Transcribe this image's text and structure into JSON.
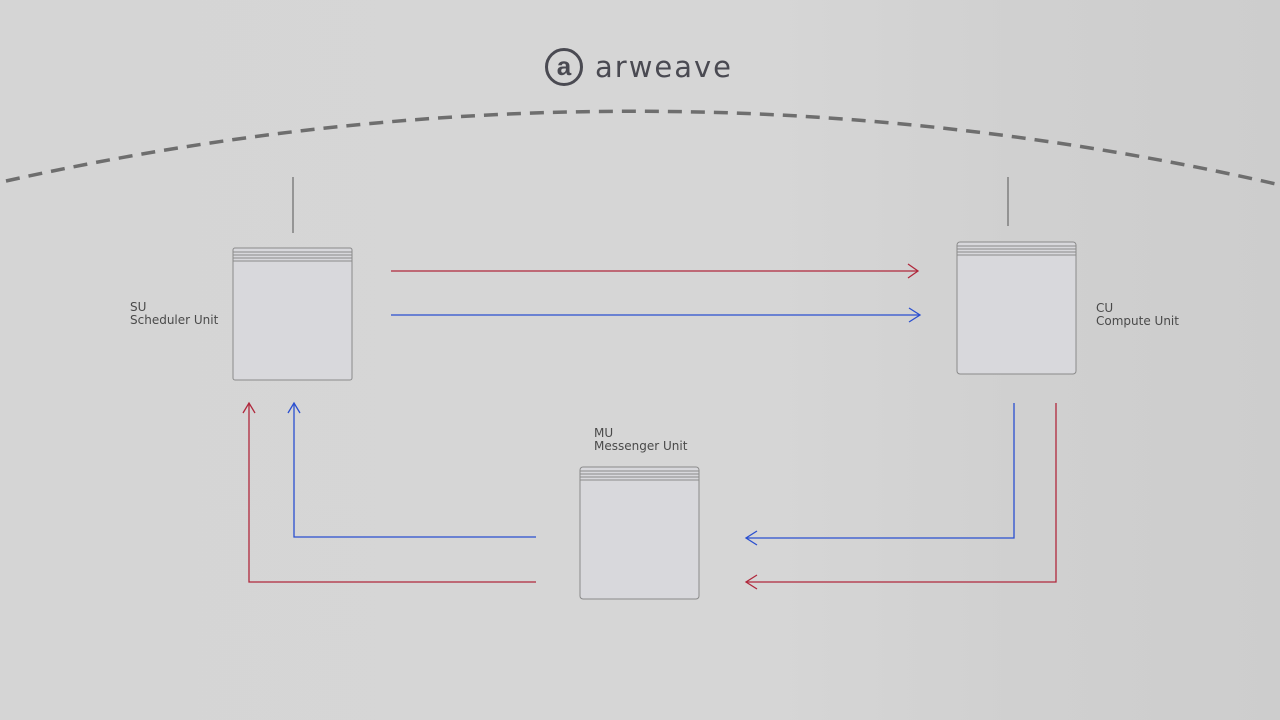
{
  "logo": {
    "mark": "a",
    "text": "arweave",
    "icon": "arweave-logo-icon"
  },
  "units": [
    {
      "id": "su",
      "abbr": "SU",
      "name": "Scheduler Unit"
    },
    {
      "id": "cu",
      "abbr": "CU",
      "name": "Compute Unit"
    },
    {
      "id": "mu",
      "abbr": "MU",
      "name": "Messenger Unit"
    }
  ],
  "colors": {
    "background": "#d5d5d5",
    "dashed_arc": "#6e6e6e",
    "box_stroke": "#8a8a8a",
    "box_fill": "#d8d8dc",
    "red_arrow": "#b0283c",
    "blue_arrow": "#2a4fd0",
    "text": "#4a4a4a"
  },
  "connections": [
    {
      "from": "SU",
      "to": "CU",
      "color": "red"
    },
    {
      "from": "SU",
      "to": "CU",
      "color": "blue"
    },
    {
      "from": "CU",
      "to": "MU",
      "color": "blue"
    },
    {
      "from": "CU",
      "to": "MU",
      "color": "red"
    },
    {
      "from": "MU",
      "to": "SU",
      "color": "blue"
    },
    {
      "from": "MU",
      "to": "SU",
      "color": "red"
    }
  ]
}
